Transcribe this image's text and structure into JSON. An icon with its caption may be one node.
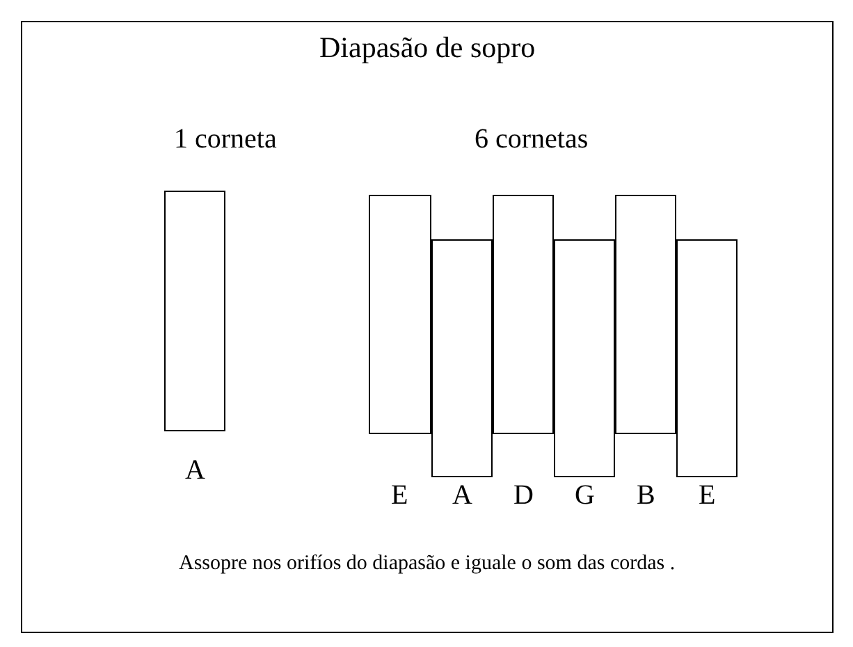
{
  "diagram": {
    "title": "Diapasão de sopro",
    "caption": "Assopre nos orifíos do diapasão e iguale o som das cordas .",
    "nodes": [
      {
        "text": [],
        "shape": "bar"
      },
      {
        "text": [],
        "shape": "bar"
      },
      {
        "text": [],
        "shape": "bar"
      },
      {
        "text": [],
        "shape": "bar"
      },
      {
        "text": [],
        "shape": "bar"
      },
      {
        "text": [],
        "shape": "bar"
      },
      {
        "text": [],
        "shape": "bar"
      }
    ],
    "edges": [],
    "labels": [
      "1 corneta",
      "6 cornetas",
      "A",
      "E",
      "A",
      "D",
      "G",
      "B",
      "E"
    ]
  }
}
